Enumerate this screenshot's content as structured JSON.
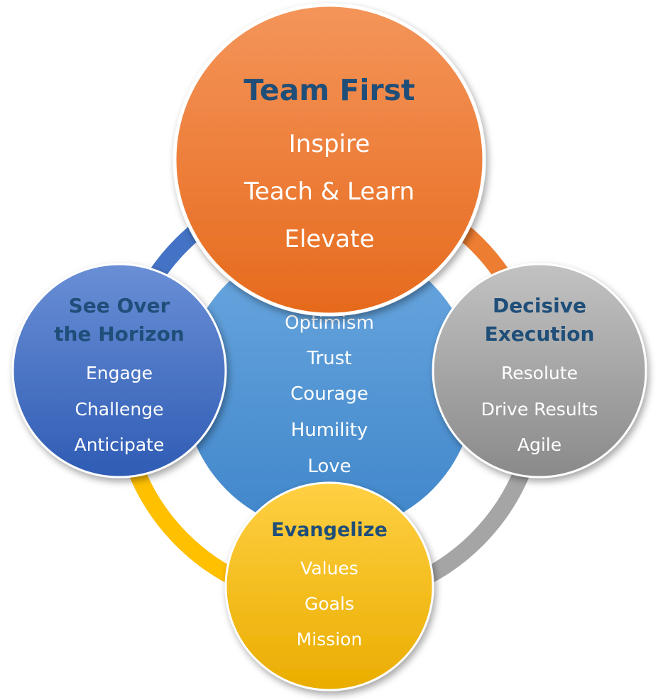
{
  "diagram": {
    "center": {
      "title": "",
      "items": [
        "Optimism",
        "Trust",
        "Courage",
        "Humility",
        "Love"
      ]
    },
    "top": {
      "title": "Team First",
      "items": [
        "Inspire",
        "Teach & Learn",
        "Elevate"
      ]
    },
    "left": {
      "title_lines": [
        "See Over",
        "the Horizon"
      ],
      "items": [
        "Engage",
        "Challenge",
        "Anticipate"
      ]
    },
    "right": {
      "title_lines": [
        "Decisive",
        "Execution"
      ],
      "items": [
        "Resolute",
        "Drive Results",
        "Agile"
      ]
    },
    "bottom": {
      "title": "Evangelize",
      "items": [
        "Values",
        "Goals",
        "Mission"
      ]
    },
    "colors": {
      "title_text": "#1f4e79",
      "item_text": "#ffffff",
      "orange": "#ed7d31",
      "blue": "#4472c4",
      "light_blue": "#5b9bd5",
      "gray": "#a5a5a5",
      "gold": "#ffc000"
    }
  }
}
